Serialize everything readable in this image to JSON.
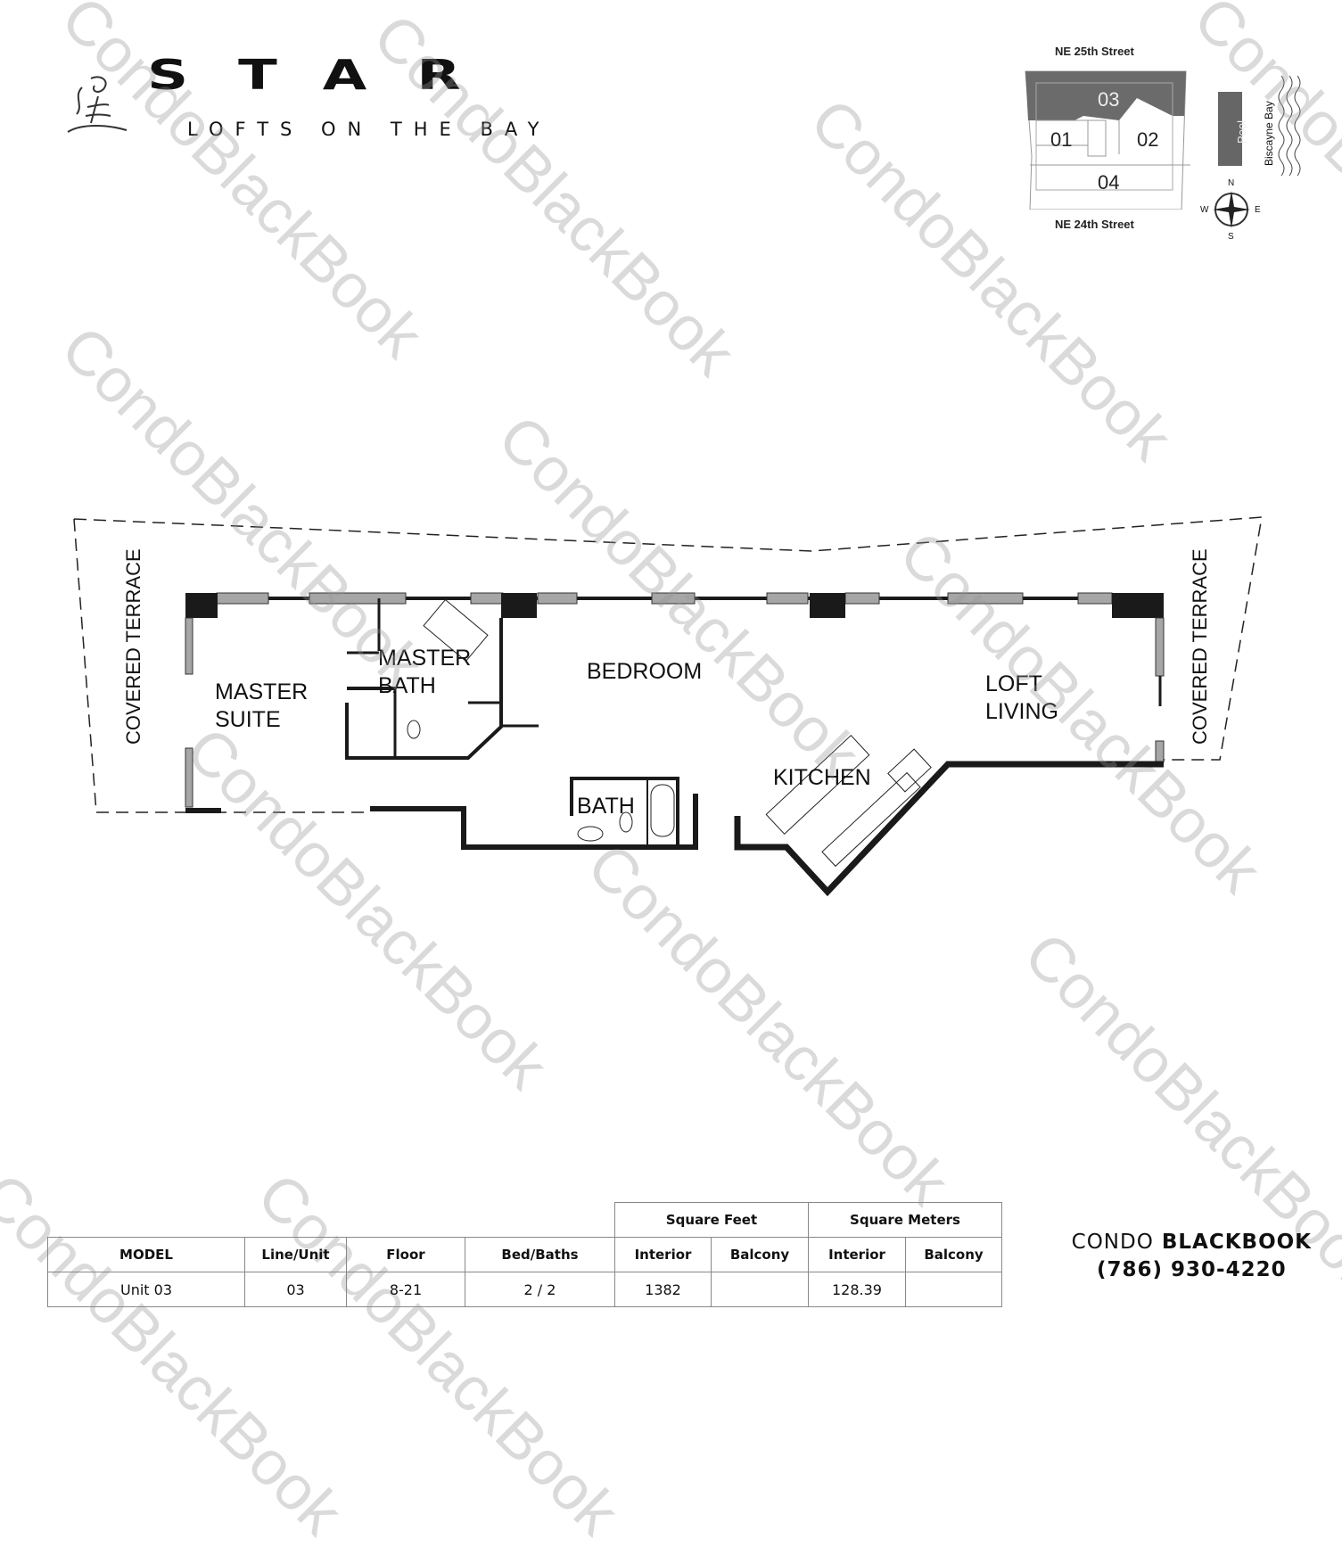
{
  "logo": {
    "title": "STAR",
    "subtitle": "LOFTS ON THE BAY",
    "glyph_icon": "calligraphy-star-icon"
  },
  "key_plan": {
    "north_street": "NE 25th Street",
    "south_street": "NE 24th Street",
    "units": [
      "03",
      "01",
      "02",
      "04"
    ],
    "highlighted_unit": "03",
    "pool_label": "Pool",
    "bay_label": "Biscayne Bay",
    "compass": {
      "n": "N",
      "s": "S",
      "e": "E",
      "w": "W"
    },
    "highlight_color": "#6b6b6b",
    "pool_color": "#666666"
  },
  "floor_plan": {
    "rooms": {
      "covered_terrace_left": "COVERED TERRACE",
      "covered_terrace_right": "COVERED TERRACE",
      "master_suite_line1": "MASTER",
      "master_suite_line2": "SUITE",
      "master_bath_line1": "MASTER",
      "master_bath_line2": "BATH",
      "bedroom": "BEDROOM",
      "loft_living_line1": "LOFT",
      "loft_living_line2": "LIVING",
      "kitchen": "KITCHEN",
      "bath": "BATH"
    },
    "wall_color": "#1a1a1a",
    "window_color": "#a6a6a6"
  },
  "watermark": "CondoBlackBook",
  "spec_table": {
    "group_headers": {
      "square_feet": "Square Feet",
      "square_meters": "Square Meters"
    },
    "headers": {
      "model": "MODEL",
      "line_unit": "Line/Unit",
      "floor": "Floor",
      "bed_baths": "Bed/Baths",
      "sf_interior": "Interior",
      "sf_balcony": "Balcony",
      "sm_interior": "Interior",
      "sm_balcony": "Balcony"
    },
    "row": {
      "model": "Unit 03",
      "line_unit": "03",
      "floor": "8-21",
      "bed_baths": "2 / 2",
      "sf_interior": "1382",
      "sf_balcony": "",
      "sm_interior": "128.39",
      "sm_balcony": ""
    }
  },
  "brand": {
    "name_light": "CONDO",
    "name_bold": "BLACKBOOK",
    "phone": "(786) 930-4220"
  }
}
